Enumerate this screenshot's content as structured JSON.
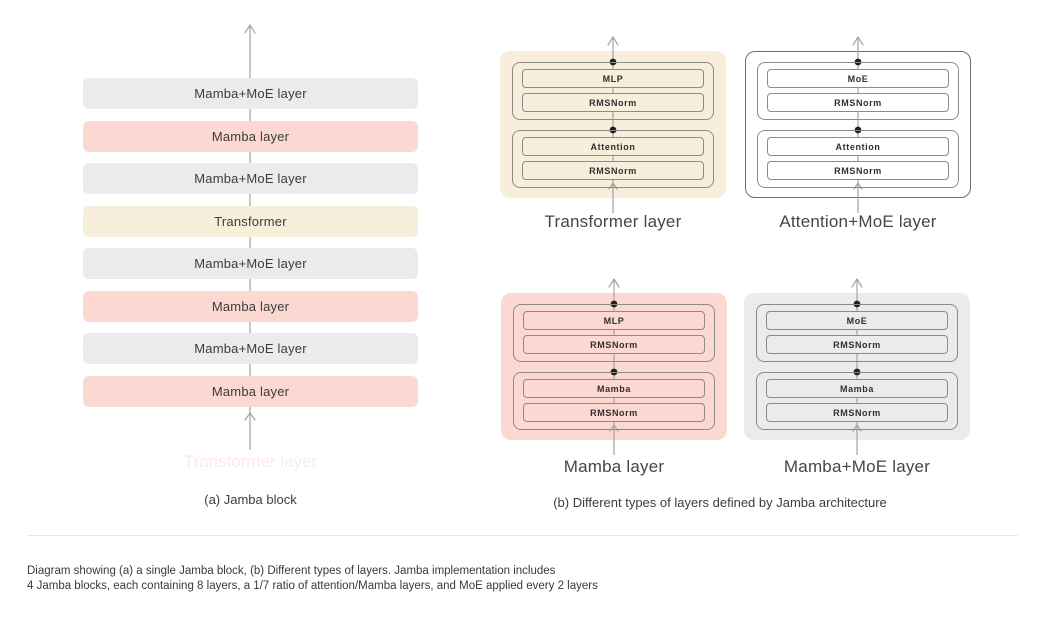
{
  "colors": {
    "gray": "#ebebeb",
    "pink": "#fbd8d1",
    "tan": "#f8eedc",
    "ghost": "#fceae5",
    "line": "#a3a3a3",
    "dot": "#1f1f1f",
    "border": "#8e8a85",
    "card-border": "#6e6e6e",
    "text": "#3c3c3c",
    "divider": "#e8e8e8"
  },
  "jamba_block": {
    "caption": "(a) Jamba block",
    "ghost_label": "Transformer layer",
    "layers": [
      {
        "label": "Mamba+MoE layer",
        "type": "mamba-moe"
      },
      {
        "label": "Mamba layer",
        "type": "mamba"
      },
      {
        "label": "Mamba+MoE layer",
        "type": "mamba-moe"
      },
      {
        "label": "Transformer",
        "type": "transformer"
      },
      {
        "label": "Mamba+MoE layer",
        "type": "mamba-moe"
      },
      {
        "label": "Mamba layer",
        "type": "mamba"
      },
      {
        "label": "Mamba+MoE layer",
        "type": "mamba-moe"
      },
      {
        "label": "Mamba layer",
        "type": "mamba"
      }
    ]
  },
  "layer_types": {
    "caption": "(b) Different types of layers defined by Jamba architecture",
    "cards": [
      {
        "caption": "Transformer layer",
        "style": "tan",
        "top_blocks": [
          "MLP",
          "RMSNorm"
        ],
        "bottom_blocks": [
          "Attention",
          "RMSNorm"
        ]
      },
      {
        "caption": "Attention+MoE layer",
        "style": "outlined",
        "top_blocks": [
          "MoE",
          "RMSNorm"
        ],
        "bottom_blocks": [
          "Attention",
          "RMSNorm"
        ]
      },
      {
        "caption": "Mamba layer",
        "style": "pink",
        "top_blocks": [
          "MLP",
          "RMSNorm"
        ],
        "bottom_blocks": [
          "Mamba",
          "RMSNorm"
        ]
      },
      {
        "caption": "Mamba+MoE layer",
        "style": "gray",
        "top_blocks": [
          "MoE",
          "RMSNorm"
        ],
        "bottom_blocks": [
          "Mamba",
          "RMSNorm"
        ]
      }
    ]
  },
  "footnote": {
    "line1": "Diagram showing (a) a single Jamba block, (b) Different types of layers. Jamba implementation includes",
    "line2": "4 Jamba blocks, each containing 8 layers, a 1/7 ratio of attention/Mamba layers, and MoE applied every 2 layers"
  }
}
